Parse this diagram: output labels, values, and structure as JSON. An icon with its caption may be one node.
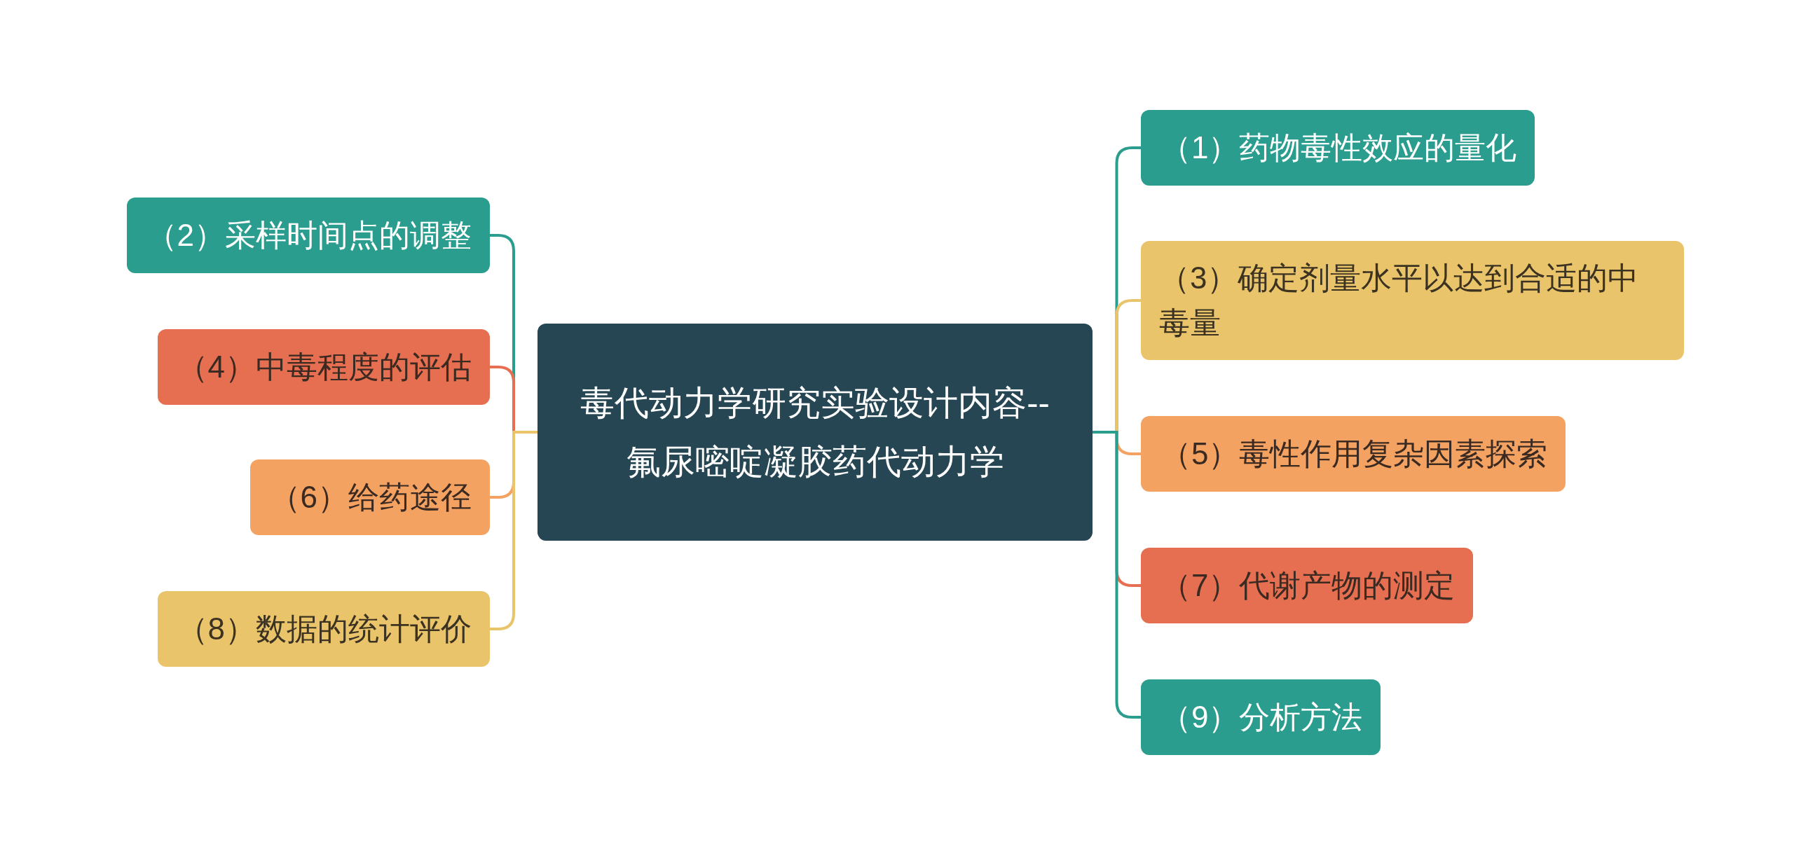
{
  "diagram": {
    "nodes": [
      {
        "text": [
          "毒代动力学研究实验设计内容--氟尿嘧啶凝胶药代动力学"
        ]
      },
      {
        "text": [
          "（1）药物毒性效应的量化"
        ]
      },
      {
        "text": [
          "（2）采样时间点的调整"
        ]
      },
      {
        "text": [
          "（3）确定剂量水平以达到合适的中毒量"
        ]
      },
      {
        "text": [
          "（4）中毒程度的评估"
        ]
      },
      {
        "text": [
          "（5）毒性作用复杂因素探索"
        ]
      },
      {
        "text": [
          "（6）给药途径"
        ]
      },
      {
        "text": [
          "（7）代谢产物的测定"
        ]
      },
      {
        "text": [
          "（8）数据的统计评价"
        ]
      },
      {
        "text": [
          "（9）分析方法"
        ]
      }
    ],
    "edges": [
      {
        "from": 0,
        "to": 1,
        "arrow": "none"
      },
      {
        "from": 0,
        "to": 2,
        "arrow": "none"
      },
      {
        "from": 0,
        "to": 3,
        "arrow": "none",
        "color": "#e9c46a"
      },
      {
        "from": 0,
        "to": 4,
        "arrow": "none",
        "color": "#e76f51"
      },
      {
        "from": 0,
        "to": 5,
        "arrow": "none",
        "color": "#f4a261"
      },
      {
        "from": 0,
        "to": 6,
        "arrow": "none",
        "color": "#f4a261"
      },
      {
        "from": 0,
        "to": 7,
        "arrow": "none",
        "color": "#e76f51"
      },
      {
        "from": 0,
        "to": 8,
        "arrow": "none",
        "color": "#e9c46a"
      },
      {
        "from": 0,
        "to": 9,
        "arrow": "none"
      }
    ]
  }
}
